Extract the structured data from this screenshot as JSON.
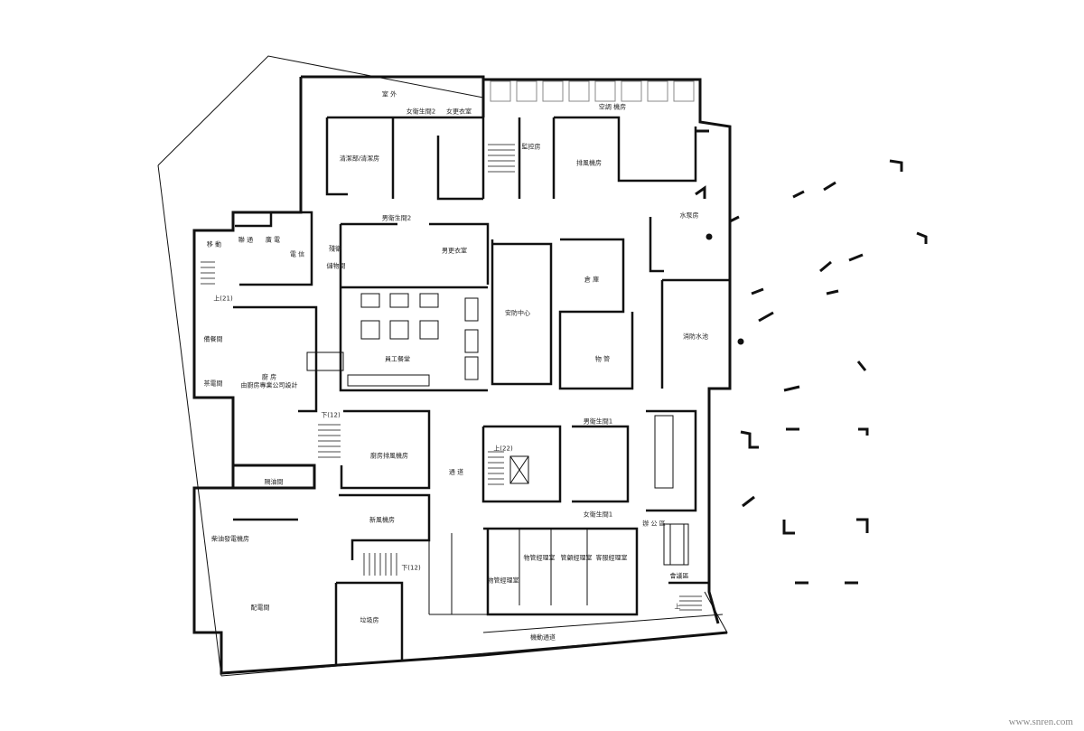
{
  "plan": {
    "rooms": [
      {
        "id": "outdoor",
        "label": "室 外"
      },
      {
        "id": "womens-restroom-2",
        "label": "女衛生間2"
      },
      {
        "id": "womens-locker",
        "label": "女更衣室"
      },
      {
        "id": "ac-room",
        "label": "空調 機房"
      },
      {
        "id": "cleaning",
        "label": "清潔部/清潔房"
      },
      {
        "id": "monitor",
        "label": "監控房"
      },
      {
        "id": "exhaust-fan",
        "label": "排風機房"
      },
      {
        "id": "pump",
        "label": "水泵房"
      },
      {
        "id": "mens-restroom-2",
        "label": "男衛生間2"
      },
      {
        "id": "accessible-wc",
        "label": "殘衛"
      },
      {
        "id": "storage",
        "label": "儲物間"
      },
      {
        "id": "mens-locker",
        "label": "男更衣室"
      },
      {
        "id": "mobile",
        "label": "移 動"
      },
      {
        "id": "unicom",
        "label": "聯 通"
      },
      {
        "id": "broadcast",
        "label": "廣 電"
      },
      {
        "id": "telecom",
        "label": "電 信"
      },
      {
        "id": "pantry",
        "label": "備餐間"
      },
      {
        "id": "tea",
        "label": "茶電間"
      },
      {
        "id": "kitchen",
        "label": "廚 房"
      },
      {
        "id": "kitchen-note",
        "label": "由廚房專業公司設計"
      },
      {
        "id": "canteen",
        "label": "員工餐堂"
      },
      {
        "id": "security",
        "label": "安防中心"
      },
      {
        "id": "warehouse",
        "label": "倉 庫"
      },
      {
        "id": "property",
        "label": "物 管"
      },
      {
        "id": "fire-pool",
        "label": "消防水池"
      },
      {
        "id": "kitchen-exhaust",
        "label": "廚房排風機房"
      },
      {
        "id": "corridor",
        "label": "通 道"
      },
      {
        "id": "mens-restroom-1",
        "label": "男衛生間1"
      },
      {
        "id": "womens-restroom-1",
        "label": "女衛生間1"
      },
      {
        "id": "grease",
        "label": "隔油間"
      },
      {
        "id": "diesel",
        "label": "柴油發電機房"
      },
      {
        "id": "fresh-air",
        "label": "新風機房"
      },
      {
        "id": "office",
        "label": "辦 公 區"
      },
      {
        "id": "pm-manager",
        "label": "物管經理室"
      },
      {
        "id": "pm-manager-2",
        "label": "物管經理室"
      },
      {
        "id": "admin-manager",
        "label": "管顧經理室"
      },
      {
        "id": "cs-manager",
        "label": "客服經理室"
      },
      {
        "id": "meeting",
        "label": "會議區"
      },
      {
        "id": "power",
        "label": "配電間"
      },
      {
        "id": "garbage",
        "label": "垃圾房"
      },
      {
        "id": "vehicle-lane",
        "label": "機動通道"
      }
    ],
    "stairs": [
      {
        "label": "上(21)"
      },
      {
        "label": "下(12)"
      },
      {
        "label": "上(22)"
      },
      {
        "label": "下(12)"
      },
      {
        "label": "上"
      }
    ],
    "watermark": "www.snren.com"
  }
}
